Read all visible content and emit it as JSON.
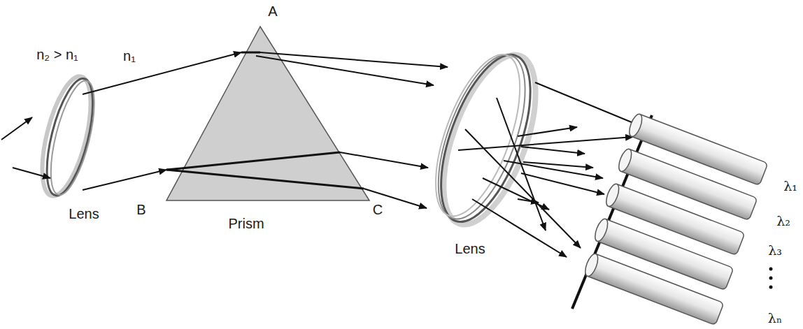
{
  "diagram": {
    "labels": [
      "A",
      "n₂ > n₁",
      "n₁",
      "Lens",
      "B",
      "Prism",
      "C",
      "Lens",
      "λ₁",
      "λ₂",
      "λ₃",
      "λₙ"
    ]
  }
}
